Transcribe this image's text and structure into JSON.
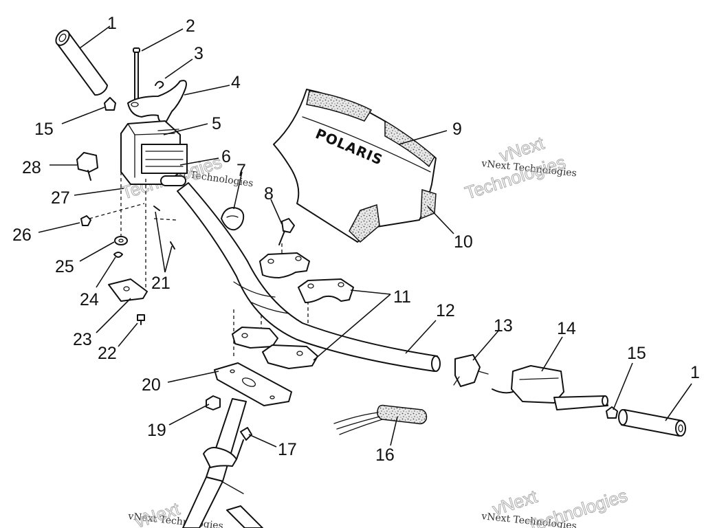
{
  "brand_label": "POLARIS",
  "watermarks": {
    "line1": "vNext Technologies",
    "word_vnext": "vNext",
    "word_technologies": "Technologies"
  },
  "callouts": [
    {
      "id": "c1a",
      "label": "1"
    },
    {
      "id": "c2",
      "label": "2"
    },
    {
      "id": "c3",
      "label": "3"
    },
    {
      "id": "c4",
      "label": "4"
    },
    {
      "id": "c5",
      "label": "5"
    },
    {
      "id": "c6",
      "label": "6"
    },
    {
      "id": "c7",
      "label": "7"
    },
    {
      "id": "c8",
      "label": "8"
    },
    {
      "id": "c9",
      "label": "9"
    },
    {
      "id": "c10",
      "label": "10"
    },
    {
      "id": "c11",
      "label": "11"
    },
    {
      "id": "c12",
      "label": "12"
    },
    {
      "id": "c13",
      "label": "13"
    },
    {
      "id": "c14",
      "label": "14"
    },
    {
      "id": "c15a",
      "label": "15"
    },
    {
      "id": "c15b",
      "label": "15"
    },
    {
      "id": "c16",
      "label": "16"
    },
    {
      "id": "c17",
      "label": "17"
    },
    {
      "id": "c19",
      "label": "19"
    },
    {
      "id": "c20",
      "label": "20"
    },
    {
      "id": "c21",
      "label": "21"
    },
    {
      "id": "c22",
      "label": "22"
    },
    {
      "id": "c23",
      "label": "23"
    },
    {
      "id": "c24",
      "label": "24"
    },
    {
      "id": "c25",
      "label": "25"
    },
    {
      "id": "c26",
      "label": "26"
    },
    {
      "id": "c27",
      "label": "27"
    },
    {
      "id": "c28",
      "label": "28"
    },
    {
      "id": "c1b",
      "label": "1"
    }
  ]
}
